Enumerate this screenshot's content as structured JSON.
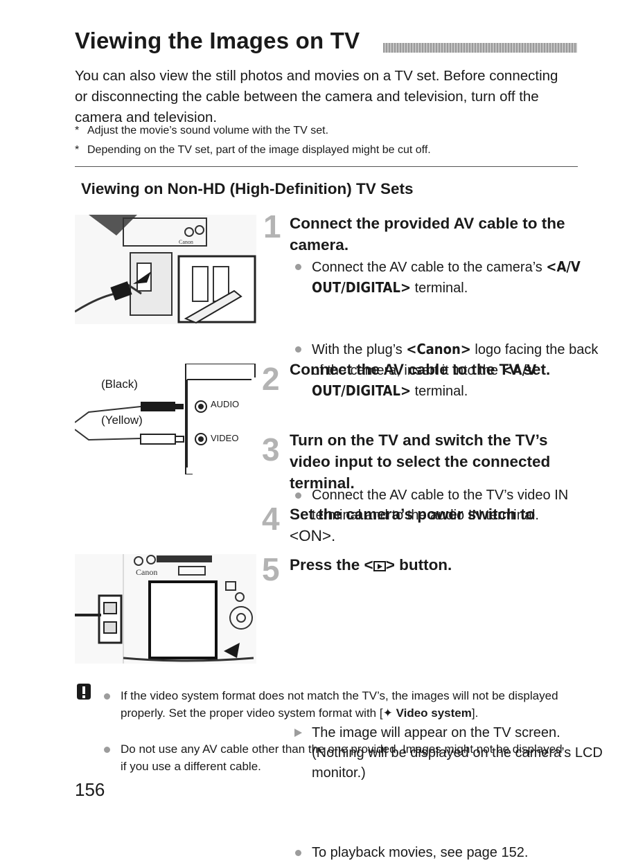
{
  "title": "Viewing the Images on TV",
  "intro": {
    "text": "You can also view the still photos and movies on a TV set. Before connecting or disconnecting the cable between the camera and television, turn off the camera and television.",
    "notes": [
      "Adjust the movie’s sound volume with the TV set.",
      "Depending on the TV set, part of the image displayed might be cut off."
    ],
    "note_marker": "*"
  },
  "subheading": "Viewing on Non-HD (High-Definition) TV Sets",
  "steps": [
    {
      "number": "1",
      "title": "Connect the provided AV cable to the camera.",
      "bullets": [
        {
          "pre": "Connect the AV cable to the camera’s ",
          "term": "<A/V OUT/DIGITAL>",
          "post": " terminal."
        },
        {
          "pre": "With the plug’s ",
          "term": "<Canon>",
          "post": " logo facing the back of the camera, insert it into the ",
          "term2": "<A/V OUT/DIGITAL>",
          "post2": " terminal."
        }
      ]
    },
    {
      "number": "2",
      "title": "Connect the AV cable to the TV set.",
      "bullets": [
        {
          "text": "Connect the AV cable to the TV’s video IN terminal and to the audio IN terminal."
        }
      ]
    },
    {
      "number": "3",
      "title": "Turn on the TV and switch the TV’s video input to select the connected terminal."
    },
    {
      "number": "4",
      "title": "Set the camera’s power switch to <ON>.",
      "title_a": "Set the camera’s power switch to",
      "title_b": "<ON>."
    },
    {
      "number": "5",
      "title_pre": "Press the <",
      "title_post": "> button.",
      "button_icon": "playback-button-icon",
      "bullets": [
        {
          "text": "The image will appear on the TV screen. (Nothing will be displayed on the camera’s LCD monitor.)",
          "marker": "arrow"
        },
        {
          "text": "To playback movies, see page 152.",
          "marker": "dot"
        }
      ]
    }
  ],
  "diagram": {
    "black_label": "(Black)",
    "yellow_label": "(Yellow)",
    "audio_label": "AUDIO",
    "video_label": "VIDEO"
  },
  "camera_brand": "Canon",
  "caution": {
    "icon": "caution-icon",
    "items": [
      {
        "text_pre": "If the video system format does not match the TV’s, the images will not be displayed properly. Set the proper video system format with [",
        "menu_icon": "setup-menu-icon",
        "menu_label": "Video system",
        "text_post": "]."
      },
      {
        "text": "Do not use any AV cable other than the one provided. Images might not be displayed if you use a different cable."
      }
    ]
  },
  "page_number": "156",
  "colors": {
    "text": "#1a1a1a",
    "step_number": "#b3b3b3",
    "bullet": "#9c9c9c",
    "title_bar": "#9a9a9a"
  }
}
